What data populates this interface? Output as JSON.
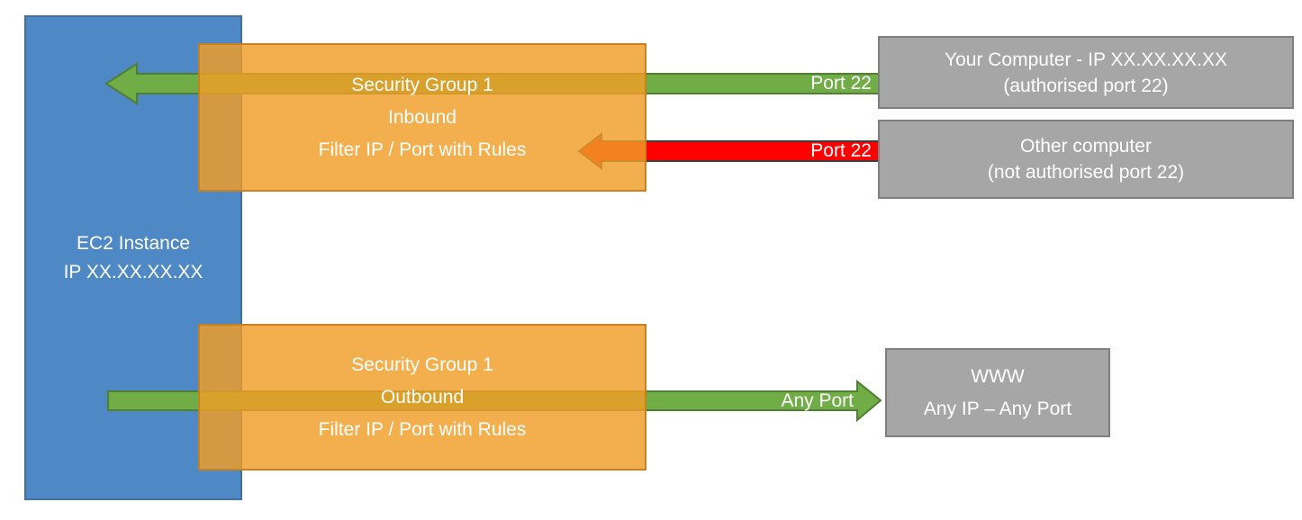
{
  "diagram": {
    "title": "EC2 Security Group inbound/outbound filtering diagram",
    "ec2_box": {
      "line1": "EC2 Instance",
      "line2": "IP XX.XX.XX.XX"
    },
    "inbound_group": {
      "line1": "Security Group 1",
      "line2": "Inbound",
      "line3": "Filter IP / Port with Rules"
    },
    "outbound_group": {
      "line1": "Security Group 1",
      "line2": "Outbound",
      "line3": "Filter IP / Port with Rules"
    },
    "your_computer_box": {
      "line1": "Your Computer - IP XX.XX.XX.XX",
      "line2": "(authorised port 22)"
    },
    "other_computer_box": {
      "line1": "Other computer",
      "line2": "(not authorised port 22)"
    },
    "www_box": {
      "line1": "WWW",
      "line2": "Any IP – Any Port"
    },
    "arrow_labels": {
      "inbound_allowed": "Port 22",
      "inbound_blocked": "Port 22",
      "outbound_allowed": "Any Port"
    },
    "colors": {
      "ec2_blue": "#4E88C5",
      "ec2_blue_border": "#41719C",
      "security_group_orange": "#F09D26",
      "security_group_orange_border": "#C77C1B",
      "endpoint_gray": "#A6A6A6",
      "endpoint_gray_border": "#7F7F7F",
      "allowed_green": "#70AD47",
      "allowed_green_border": "#507E32",
      "blocked_red": "#FF0000",
      "blocked_red_border": "#3F3F3F",
      "text_white": "#FFFFFF"
    }
  }
}
